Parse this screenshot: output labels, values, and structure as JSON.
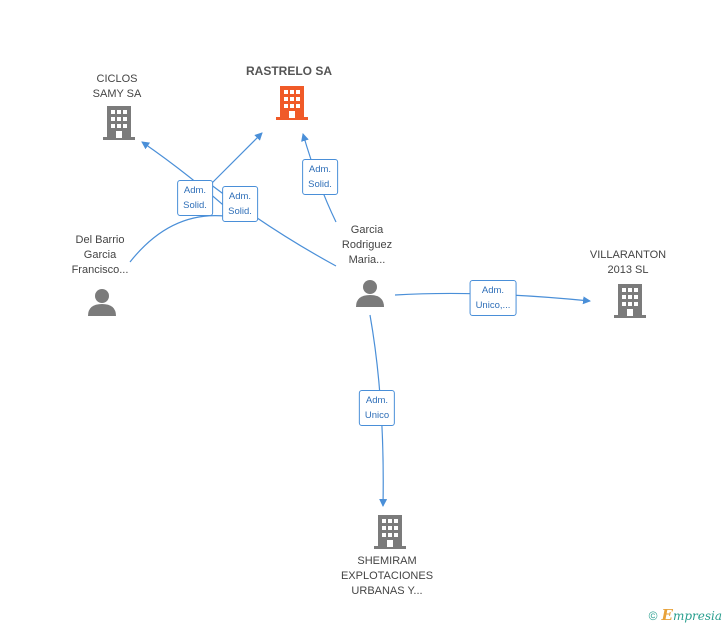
{
  "colors": {
    "edge": "#4a8fd8",
    "company": "#7b7b7b",
    "company_main": "#f05a28",
    "person": "#7b7b7b"
  },
  "nodes": {
    "rastrelo": {
      "lines": [
        "RASTRELO SA"
      ],
      "kind": "company-main",
      "icon": "building-icon"
    },
    "ciclos": {
      "lines": [
        "CICLOS",
        "SAMY SA"
      ],
      "kind": "company",
      "icon": "building-icon"
    },
    "delbarrio": {
      "lines": [
        "Del Barrio",
        "Garcia",
        "Francisco..."
      ],
      "kind": "person",
      "icon": "person-icon"
    },
    "garcia": {
      "lines": [
        "Garcia",
        "Rodriguez",
        "Maria..."
      ],
      "kind": "person",
      "icon": "person-icon"
    },
    "villaranton": {
      "lines": [
        "VILLARANTON",
        "2013 SL"
      ],
      "kind": "company",
      "icon": "building-icon"
    },
    "shemiram": {
      "lines": [
        "SHEMIRAM",
        "EXPLOTACIONES",
        "URBANAS Y..."
      ],
      "kind": "company",
      "icon": "building-icon"
    }
  },
  "edges": {
    "delbarrio_ciclos": {
      "label": [
        "Adm.",
        "Solid."
      ]
    },
    "delbarrio_rastrelo": {
      "label": [
        "Adm.",
        "Solid."
      ]
    },
    "garcia_rastrelo": {
      "label": [
        "Adm.",
        "Solid."
      ]
    },
    "garcia_villaranton": {
      "label": [
        "Adm.",
        "Unico,..."
      ]
    },
    "garcia_shemiram": {
      "label": [
        "Adm.",
        "Unico"
      ]
    }
  },
  "brand": {
    "copyright": "©",
    "initial": "E",
    "name": "mpresia"
  }
}
